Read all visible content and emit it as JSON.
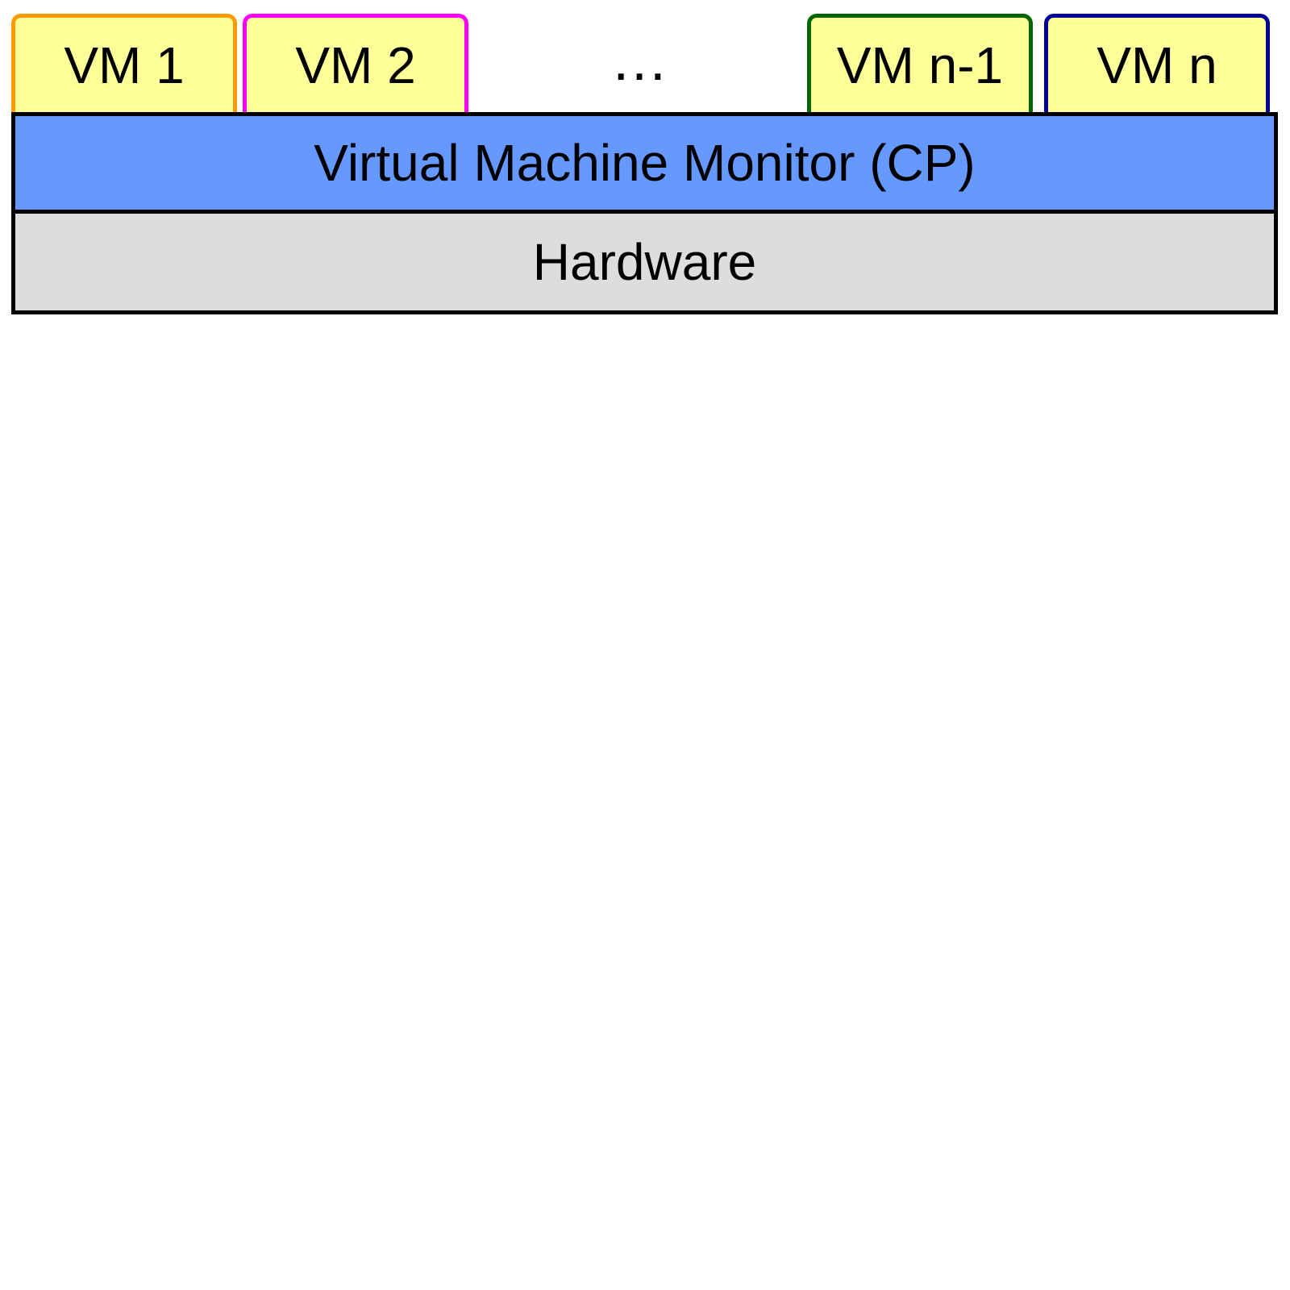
{
  "vms": [
    {
      "label": "VM 1",
      "border_color": "#ff9900"
    },
    {
      "label": "VM 2",
      "border_color": "#ff00ff"
    },
    {
      "label": "VM n-1",
      "border_color": "#006600"
    },
    {
      "label": "VM n",
      "border_color": "#000099"
    }
  ],
  "ellipsis": "…",
  "vmm": {
    "label": "Virtual Machine Monitor (CP)",
    "color": "#6699ff"
  },
  "hardware": {
    "label": "Hardware",
    "color": "#dddddd"
  },
  "vm_fill_color": "#ffff99"
}
